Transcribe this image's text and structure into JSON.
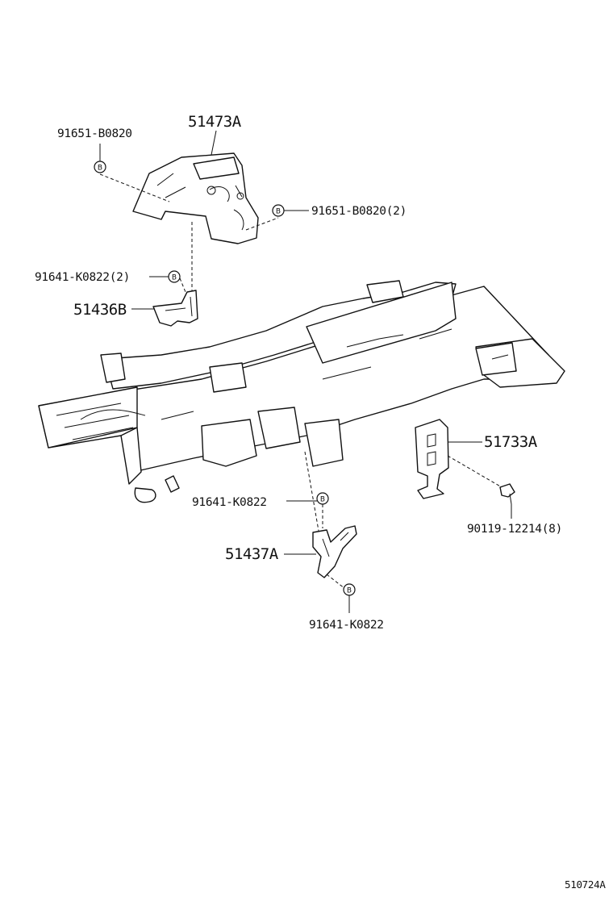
{
  "diagram_id": "510724A",
  "labels": {
    "p51473A": "51473A",
    "p91651_top": "91651-B0820",
    "p91651_right": "91651-B0820(2)",
    "p91641_top": "91641-K0822(2)",
    "p51436B": "51436B",
    "p51733A": "51733A",
    "p90119": "90119-12214(8)",
    "p91641_mid": "91641-K0822",
    "p51437A": "51437A",
    "p91641_bot": "91641-K0822"
  },
  "bolt_symbol": "B"
}
